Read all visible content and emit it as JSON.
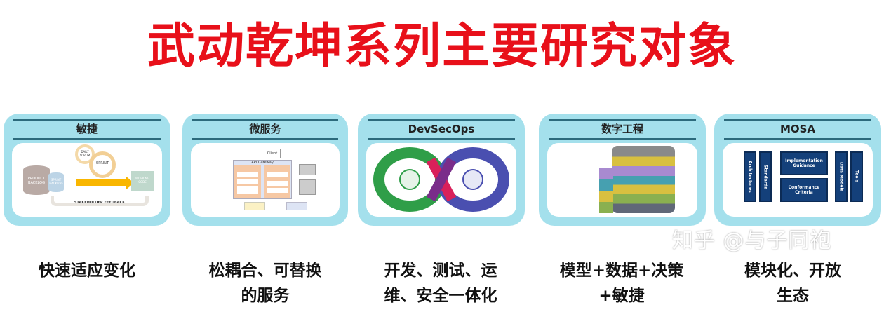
{
  "title": "武动乾坤系列主要研究对象",
  "cards": [
    {
      "title": "敏捷",
      "caption": [
        "快速适应变化"
      ],
      "diagram": {
        "product_backlog": "PRODUCT BACKLOG",
        "sprint_backlog": "SPRINT BACKLOG",
        "daily_scrum": "DAILY SCRUM",
        "sprint": "SPRINT",
        "working_code": "WORKING CODE",
        "feedback": "STAKEHOLDER FEEDBACK"
      }
    },
    {
      "title": "微服务",
      "caption": [
        "松耦合、可替换",
        "的服务"
      ],
      "diagram": {
        "client": "Client",
        "gateway": "API Gateway"
      }
    },
    {
      "title": "DevSecOps",
      "caption": [
        "开发、测试、运",
        "维、安全一体化"
      ]
    },
    {
      "title": "数字工程",
      "caption": [
        "模型+数据+决策",
        "+敏捷"
      ]
    },
    {
      "title": "MOSA",
      "caption": [
        "模块化、开放",
        "生态"
      ],
      "diagram": {
        "architectures": "Architectures",
        "standards": "Standards",
        "implementation": "Implementation Guidance",
        "conformance": "Conformance Criteria",
        "data_models": "Data Models",
        "tools": "Tools"
      }
    }
  ],
  "watermark": "知乎 @与子同袍",
  "colors": {
    "title": "#e8101a",
    "card": "#a4e0ec",
    "navy": "#14407a"
  }
}
